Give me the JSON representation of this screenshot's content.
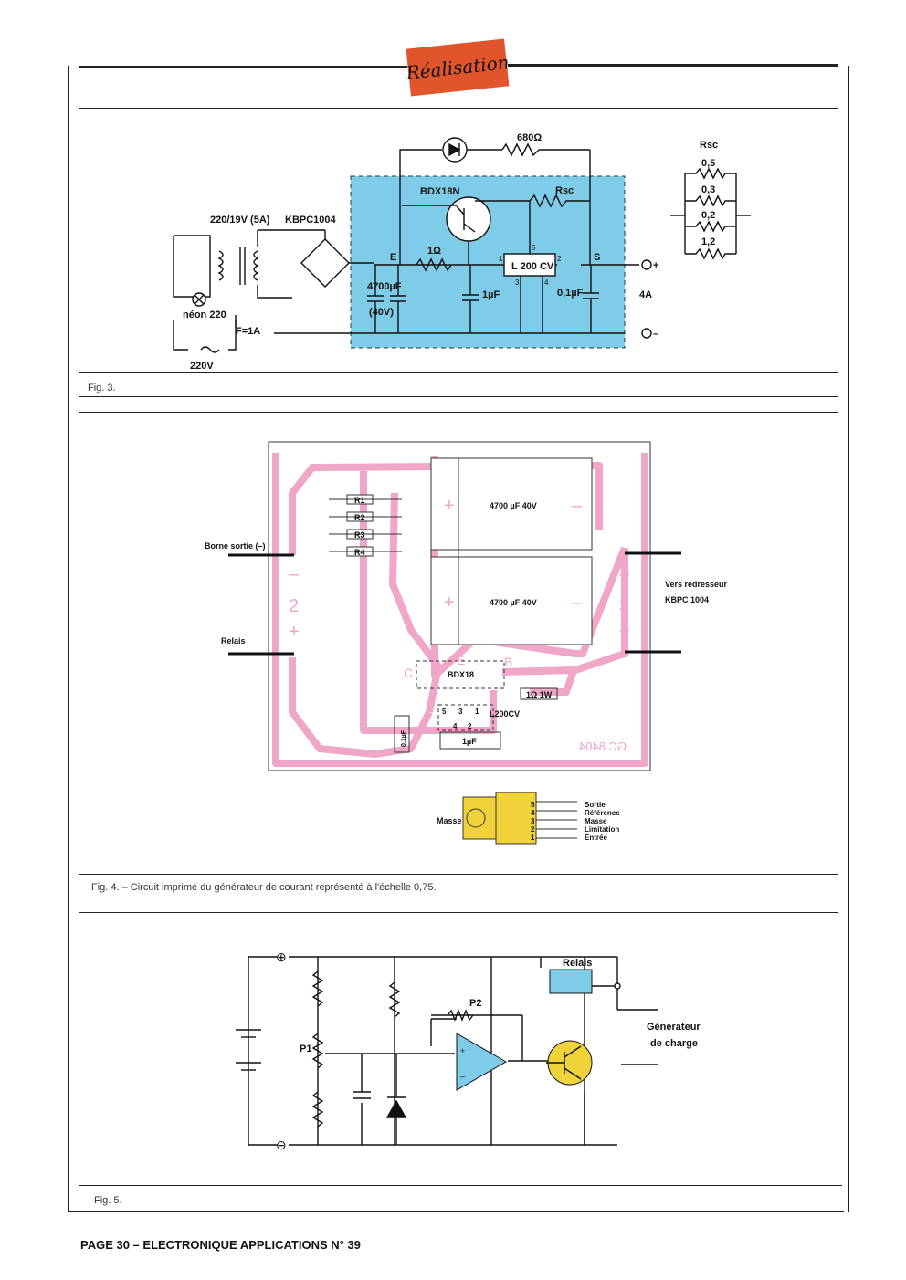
{
  "header": {
    "banner": "Réalisation"
  },
  "fig3": {
    "caption": "Fig. 3.",
    "labels": {
      "transformer": "220/19V (5A)",
      "bridge": "KBPC1004",
      "neon": "néon 220",
      "fuse": "F=1A",
      "mains": "220V",
      "transistor": "BDX18N",
      "r680": "680Ω",
      "rsc": "Rsc",
      "r1ohm": "1Ω",
      "cap4700": "4700µF",
      "cap40v": "(40V)",
      "e": "E",
      "s": "S",
      "cap1uf": "1µF",
      "regulator": "L 200 CV",
      "cap01uf": "0,1µF",
      "current": "4A",
      "plus": "+",
      "minus": "–",
      "pin1": "1",
      "pin2": "2",
      "pin3": "3",
      "pin4": "4",
      "pin5": "5"
    },
    "rsc_table": {
      "title": "Rsc",
      "values": [
        "0,5",
        "0,3",
        "0,2",
        "1,2"
      ]
    }
  },
  "fig4": {
    "caption": "Fig. 4. – Circuit imprimé du générateur de courant représenté à l'échelle 0,75.",
    "labels": {
      "r1": "R1",
      "r2": "R2",
      "r3": "R3",
      "r4": "R4",
      "cap_a": "4700 µF  40V",
      "cap_b": "4700 µF  40V",
      "borne": "Borne sortie (–)",
      "relais": "Relais",
      "vers": "Vers redresseur",
      "kbpc": "KBPC 1004",
      "bdx": "BDX18",
      "r1w": "1Ω 1W",
      "l200": "L200CV",
      "c01": "0,1µF",
      "c1": "1µF",
      "ref": "GC 8404",
      "masse_left": "Masse",
      "pins": [
        "Sortie",
        "Référence",
        "Masse",
        "Limitation",
        "Entrée"
      ],
      "pin_numbers": [
        "5",
        "4",
        "3",
        "2",
        "1"
      ],
      "reg_pins": [
        "5",
        "3",
        "1",
        "4",
        "2"
      ],
      "bdx_pins": [
        "C",
        "E",
        "B"
      ],
      "pad_signs": [
        "–",
        "2",
        "+",
        "–",
        "3",
        "+",
        "+",
        "–",
        "+",
        "–"
      ]
    }
  },
  "fig5": {
    "caption": "Fig. 5.",
    "labels": {
      "relais": "Relais",
      "p1": "P1",
      "p2": "P2",
      "gen1": "Générateur",
      "gen2": "de charge",
      "plus": "⊕",
      "minus": "⊖",
      "op_plus": "+",
      "op_minus": "–"
    }
  },
  "footer": {
    "text": "PAGE 30 – ELECTRONIQUE APPLICATIONS N° 39"
  }
}
